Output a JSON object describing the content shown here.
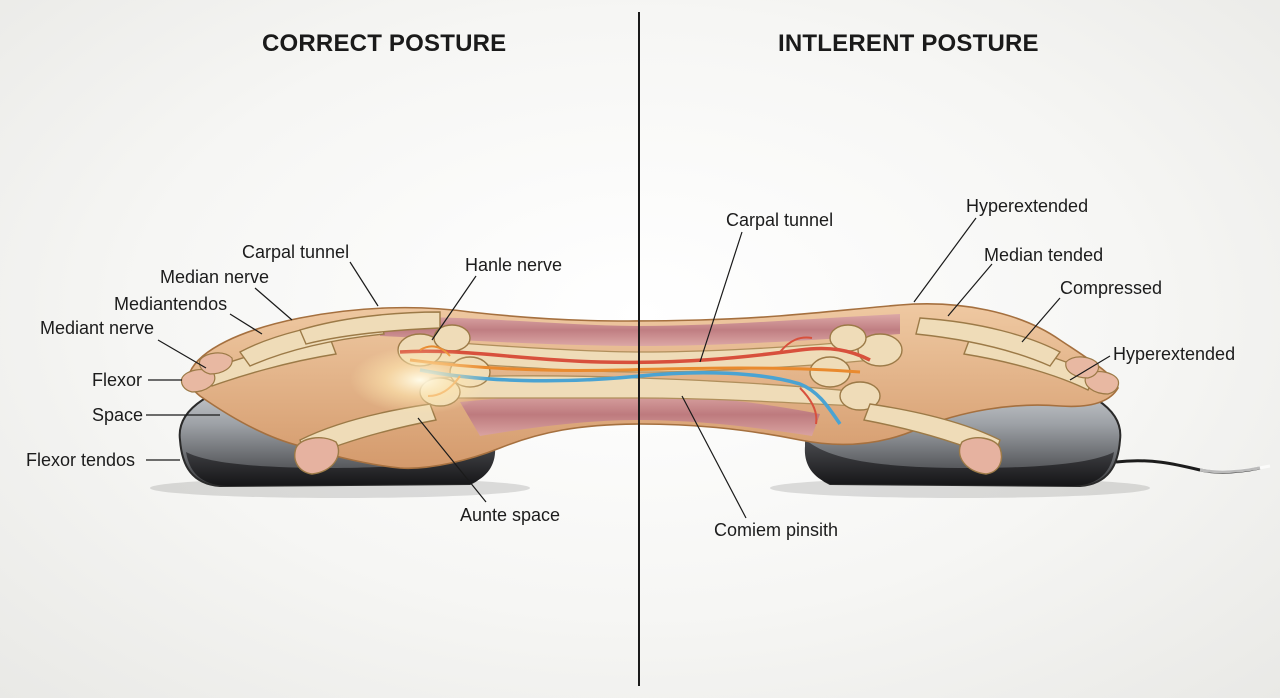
{
  "titles": {
    "left": "CORRECT POSTURE",
    "right": "INTLERENT POSTURE"
  },
  "left_labels": {
    "carpal_tunnel": "Carpal tunnel",
    "median_nerve": "Median nerve",
    "mediantendos": "Mediantendos",
    "mediant_nerve": "Mediant nerve",
    "flexor": "Flexor",
    "space": "Space",
    "flexor_tendos": "Flexor tendos",
    "hanle_nerve": "Hanle nerve",
    "aunte_space": "Aunte space"
  },
  "right_labels": {
    "carpal_tunnel": "Carpal tunnel",
    "hyperextended_top": "Hyperextended",
    "median_tended": "Median tended",
    "compressed": "Compressed",
    "hyperextended_side": "Hyperextended",
    "comiem_pinsith": "Comiem pinsith"
  },
  "colors": {
    "bone": "#efdcb8",
    "skin": "#e3b488",
    "muscle": "#c98a92",
    "nerve_red": "#d8503c",
    "nerve_orange": "#e98a2e",
    "nerve_blue": "#4aa3d2",
    "mouse_dark": "#2c2c2e",
    "mouse_silver": "#b9bcc0"
  }
}
